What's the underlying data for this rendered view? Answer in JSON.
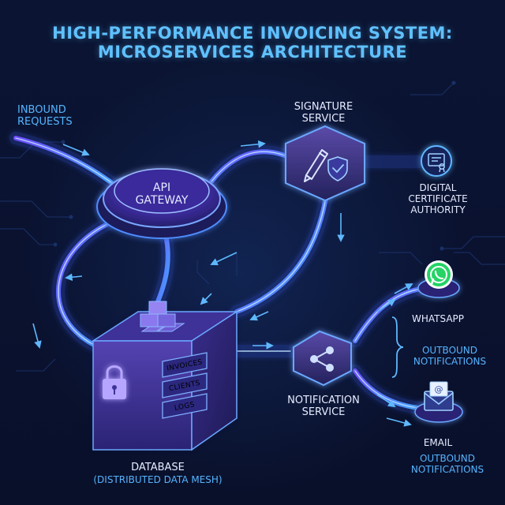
{
  "title": "HIGH-PERFORMANCE INVOICING SYSTEM:\nMICROSERVICES ARCHITECTURE",
  "labels": {
    "inbound": "INBOUND\nREQUESTS",
    "api_gateway": "API\nGATEWAY",
    "signature": "SIGNATURE\nSERVICE",
    "certificate_authority": "DIGITAL\nCERTIFICATE\nAUTHORITY",
    "whatsapp": "WHATSAPP",
    "outbound_whatsapp": "OUTBOUND\nNOTIFICATIONS",
    "notification": "NOTIFICATION\nSERVICE",
    "email": "EMAIL",
    "outbound_email": "OUTBOUND\nNOTIFICATIONS",
    "database": "DATABASE",
    "database_sub": "(DISTRIBUTED DATA MESH)"
  },
  "database_tables": [
    "INVOICES",
    "CLIENTS",
    "LOGS"
  ],
  "colors": {
    "title": "#5fc1ff",
    "accent": "#56b4ff",
    "label": "#e6ecff",
    "pipe": "#8a6cff",
    "glow": "#5aa9ff",
    "whatsapp": "#25d366"
  },
  "icons": [
    "signature-pen-icon",
    "shield-check-icon",
    "certificate-icon",
    "whatsapp-icon",
    "email-icon",
    "share-icon",
    "lock-icon"
  ]
}
